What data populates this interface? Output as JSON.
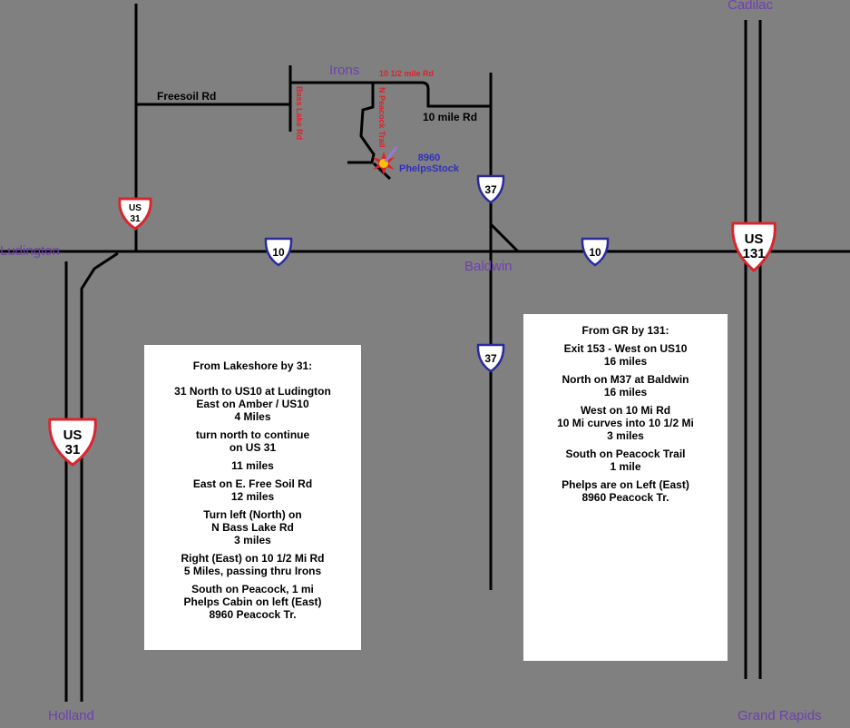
{
  "places": {
    "cadillac": "Cadilac",
    "ludington": "Ludington",
    "irons": "Irons",
    "baldwin": "Baldwin",
    "holland": "Holland",
    "grand_rapids": "Grand Rapids"
  },
  "roads": {
    "freesoil": "Freesoil Rd",
    "ten_mile": "10 mile Rd",
    "ten_half_mile": "10 1/2 mile Rd",
    "bass_lake": "Bass Lake Rd",
    "peacock_trail": "N Peacock Trail"
  },
  "shields": {
    "us31_small": {
      "line1": "US",
      "line2": "31"
    },
    "us31_big": {
      "line1": "US",
      "line2": "31"
    },
    "us131": {
      "line1": "US",
      "line2": "131"
    },
    "m37_top": "37",
    "m37_bottom": "37",
    "us10_left": "10",
    "us10_right": "10"
  },
  "destination": {
    "number": "8960",
    "name": "PhelpsStock"
  },
  "directions_lakeshore": {
    "title": "From Lakeshore by 31:",
    "steps": [
      [
        "31 North to US10 at Ludington",
        "East on Amber / US10",
        "4 Miles"
      ],
      [
        "turn north to continue",
        "on US 31"
      ],
      [
        "11 miles"
      ],
      [
        "East on E. Free Soil Rd",
        "12 miles"
      ],
      [
        "Turn left (North) on",
        "N Bass Lake Rd",
        "3 miles"
      ],
      [
        "Right (East) on 10 1/2 Mi Rd",
        "5 Miles, passing thru Irons"
      ],
      [
        "South on Peacock, 1 mi",
        "Phelps Cabin on left (East)",
        "8960 Peacock Tr."
      ]
    ]
  },
  "directions_gr": {
    "title": "From GR by 131:",
    "steps": [
      [
        "Exit 153 - West on US10",
        "16 miles"
      ],
      [
        "North on M37 at Baldwin",
        "16 miles"
      ],
      [
        "West on 10 Mi Rd",
        "10 Mi curves into 10 1/2 Mi",
        "3 miles"
      ],
      [
        "South on Peacock Trail",
        "1 mile"
      ],
      [
        "Phelps are on Left (East)",
        "8960 Peacock Tr."
      ]
    ]
  },
  "colors": {
    "background": "#808080",
    "place_text": "#6f3fb0",
    "road_label_red": "#e0202a",
    "shield_red": "#d8262e",
    "shield_blue": "#2a2a9c"
  }
}
